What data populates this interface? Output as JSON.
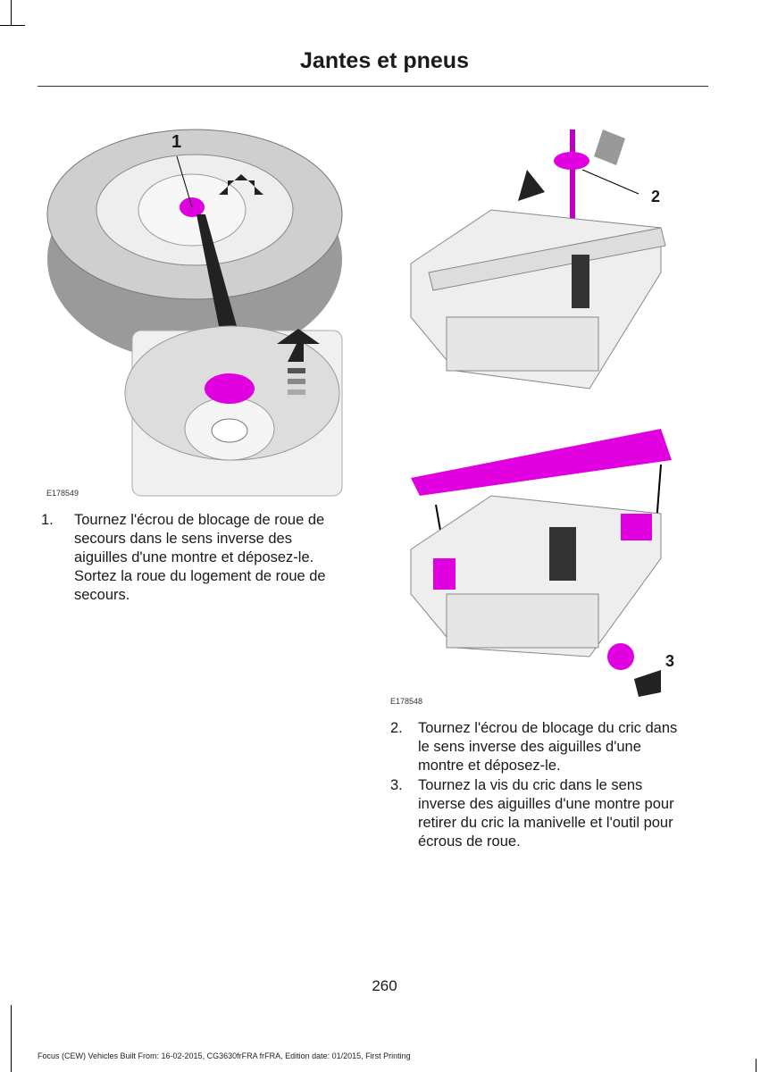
{
  "header": {
    "title": "Jantes et pneus"
  },
  "figures": [
    {
      "id": "E178549",
      "callouts": [
        "1"
      ]
    },
    {
      "id": "E178548",
      "callouts": [
        "2",
        "3"
      ]
    }
  ],
  "steps": [
    {
      "num": "1.",
      "lines": [
        "Tournez l'écrou de blocage de roue de",
        "secours dans le sens inverse des",
        "aiguilles d'une montre et déposez-le.",
        "Sortez la roue du logement de roue de",
        "secours."
      ]
    },
    {
      "num": "2.",
      "lines": [
        "Tournez l'écrou de blocage du cric dans",
        "le sens inverse des aiguilles d'une",
        "montre et déposez-le."
      ]
    },
    {
      "num": "3.",
      "lines": [
        "Tournez la vis du cric dans le sens",
        "inverse des aiguilles d'une montre pour",
        "retirer du cric la manivelle et l'outil pour",
        "écrous de roue."
      ]
    }
  ],
  "page_number": "260",
  "footer": "Focus (CEW) Vehicles Built From: 16-02-2015, CG3630frFRA frFRA, Edition date: 01/2015, First Printing",
  "colors": {
    "highlight": "#e000e0",
    "ink": "#1a1a1a"
  }
}
